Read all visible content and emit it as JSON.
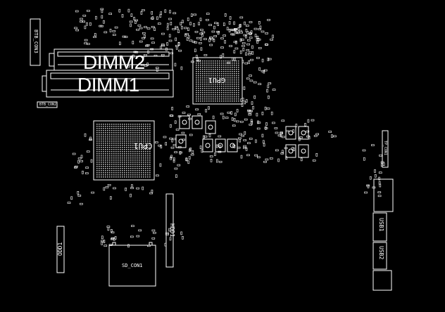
{
  "labels": {
    "dimm2": "DIMM2",
    "dimm1": "DIMM1",
    "btb_con3": "BTB_CON3",
    "btb_con2": "BTB_CON2",
    "sd_con1": "SD_CON1",
    "hdd1": "HDD1",
    "odd1": "ODD1",
    "usb1": "USB1",
    "usb2": "USB2",
    "cpu": "CPU1",
    "gpu": "GPU1",
    "tp_con1": "TP_CON1"
  },
  "colors": {
    "background": "#000000",
    "outline": "#ffffff",
    "pad": "#cfcfcf"
  }
}
